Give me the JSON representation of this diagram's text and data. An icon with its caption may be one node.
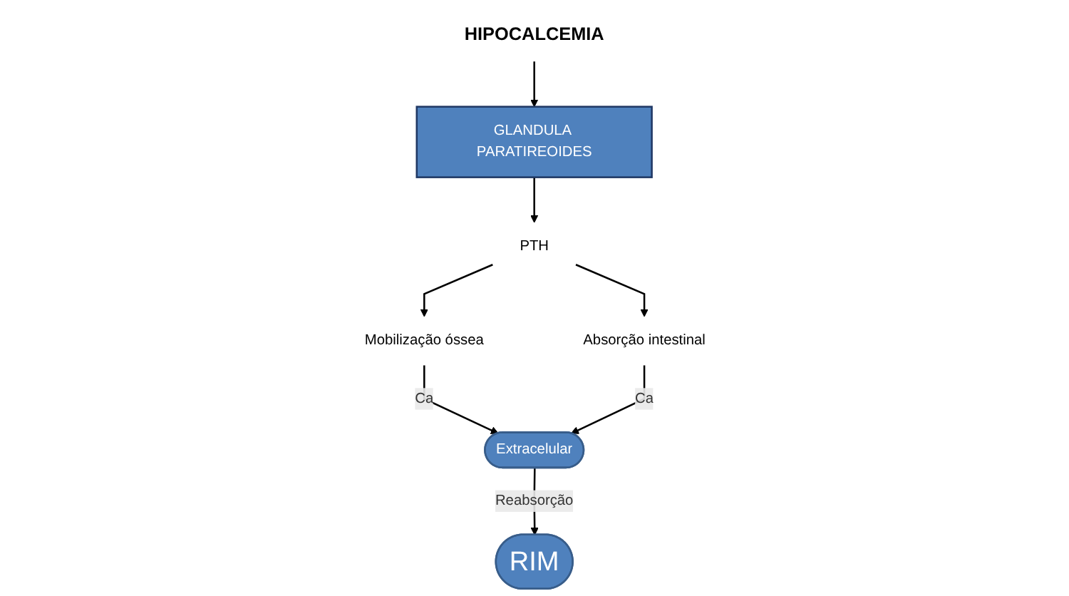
{
  "diagram": {
    "nodes": [
      {
        "text": [
          "HIPOCALCEMIA"
        ]
      },
      {
        "text": [
          "GLANDULA PARATIREOIDES"
        ]
      },
      {
        "text": [
          "PTH"
        ]
      },
      {
        "text": [
          "Mobilização óssea"
        ]
      },
      {
        "text": [
          "Absorção intestinal"
        ]
      },
      {
        "text": [
          "Extracelular"
        ]
      },
      {
        "text": [
          "RIM"
        ]
      }
    ],
    "edges": [
      {
        "from": 0,
        "to": 1,
        "arrow": "to"
      },
      {
        "from": 1,
        "to": 2,
        "arrow": "to"
      },
      {
        "from": 2,
        "to": 3,
        "arrow": "to"
      },
      {
        "from": 2,
        "to": 4,
        "arrow": "to"
      },
      {
        "from": 3,
        "to": 5,
        "label": "Ca",
        "arrow": "to"
      },
      {
        "from": 4,
        "to": 5,
        "label": "Ca",
        "arrow": "to"
      },
      {
        "from": 5,
        "to": 6,
        "label": "Reabsorção",
        "arrow": "to"
      }
    ]
  }
}
